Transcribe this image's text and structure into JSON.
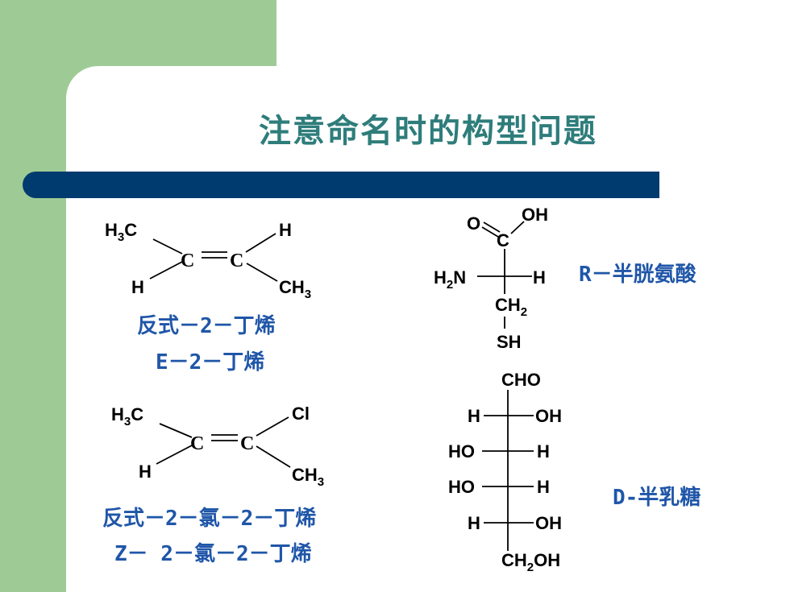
{
  "slide": {
    "title": "注意命名时的构型问题",
    "colors": {
      "title": "#2e7d7b",
      "bar": "#003b6f",
      "side": "#9ecb95",
      "label": "#1f56a8"
    }
  },
  "structure1": {
    "name_line1": "反式－2－丁烯",
    "name_line2": "E－2－丁烯",
    "atoms": {
      "top_left": "H3C",
      "top_right": "H",
      "bottom_left": "H",
      "bottom_right": "CH3",
      "c1": "C",
      "c2": "C"
    }
  },
  "structure2": {
    "name_line1": "反式－2－氯－2－丁烯",
    "name_line2": "Z－ 2－氯－2－丁烯",
    "atoms": {
      "top_left": "H3C",
      "top_right": "Cl",
      "bottom_left": "H",
      "bottom_right": "CH3",
      "c1": "C",
      "c2": "C"
    }
  },
  "structure3": {
    "name": "R－半胱氨酸",
    "atoms": {
      "o": "O",
      "oh": "OH",
      "c": "C",
      "h2n": "H2N",
      "h": "H",
      "ch2": "CH2",
      "sh": "SH"
    }
  },
  "structure4": {
    "name": "D-半乳糖",
    "atoms": {
      "top": "CHO",
      "r1_left": "H",
      "r1_right": "OH",
      "r2_left": "HO",
      "r2_right": "H",
      "r3_left": "HO",
      "r3_right": "H",
      "r4_left": "H",
      "r4_right": "OH",
      "bottom": "CH2OH"
    }
  }
}
